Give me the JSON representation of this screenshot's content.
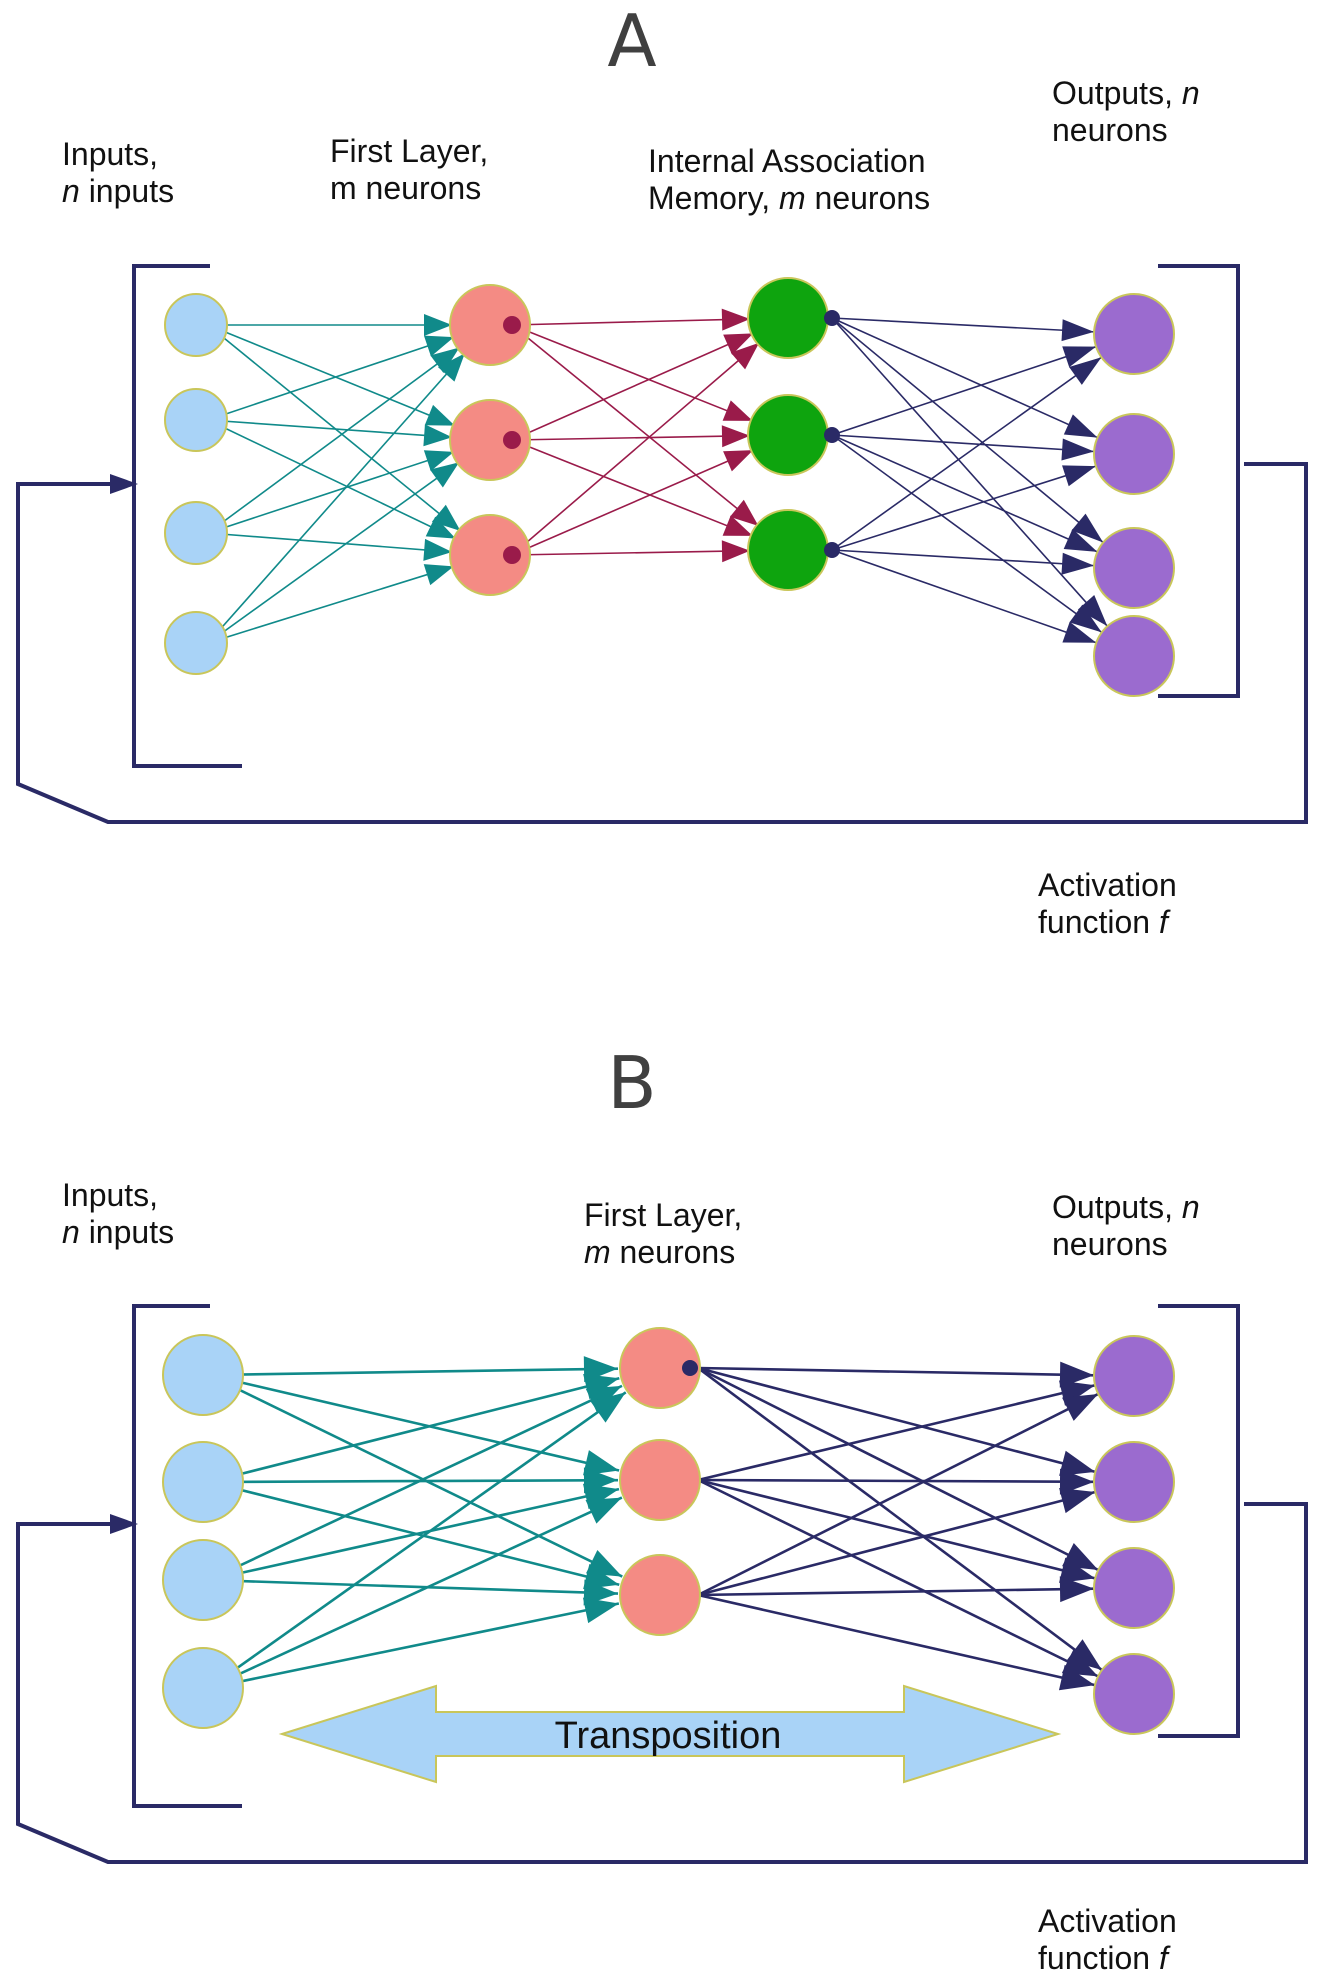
{
  "panels": [
    {
      "id": "A",
      "letter": "A",
      "inputs_label": {
        "line1": "Inputs,",
        "line2_em": "n",
        "line2_rest": " inputs"
      },
      "first_layer_label": {
        "line1": "First Layer,",
        "line2": "m neurons"
      },
      "assoc_label": {
        "line1": "Internal Association",
        "line2_pre": "Memory, ",
        "line2_em": "m",
        "line2_rest": " neurons"
      },
      "outputs_label": {
        "line1_pre": "Outputs, ",
        "line1_em": "n",
        "line2": "neurons"
      },
      "activation_label": {
        "line1": "Activation",
        "line2_pre": "function ",
        "line2_em": "f"
      }
    },
    {
      "id": "B",
      "letter": "B",
      "inputs_label": {
        "line1": "Inputs,",
        "line2_em": "n",
        "line2_rest": " inputs"
      },
      "first_layer_label": {
        "line1": "First Layer,",
        "line2_em": "m",
        "line2_rest": " neurons"
      },
      "outputs_label": {
        "line1_pre": "Outputs, ",
        "line1_em": "n",
        "line2": "neurons"
      },
      "transposition_label": "Transposition",
      "activation_label": {
        "line1": "Activation",
        "line2_pre": "function ",
        "line2_em": "f"
      }
    }
  ],
  "colors": {
    "input_node": "#a9d3f7",
    "first_layer_node": "#f48b84",
    "assoc_node": "#0ea40e",
    "output_node": "#9b6bcf",
    "node_border": "#c9c65a",
    "teal_arrow": "#108a8a",
    "crimson_arrow": "#9a1b4a",
    "navy_arrow": "#2a2a66",
    "frame": "#2a2a66",
    "transposition_fill": "#a9d3f7",
    "transposition_border": "#c9c65a"
  }
}
